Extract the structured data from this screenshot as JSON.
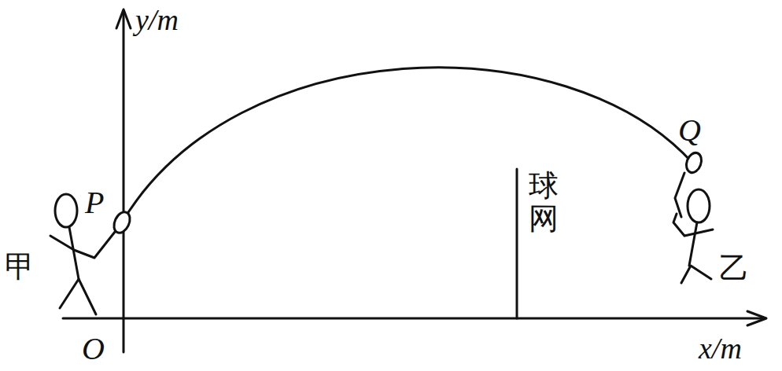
{
  "diagram": {
    "labels": [
      "y/m",
      "O",
      "x/m",
      "P",
      "Q",
      "甲",
      "乙",
      "球网"
    ]
  }
}
